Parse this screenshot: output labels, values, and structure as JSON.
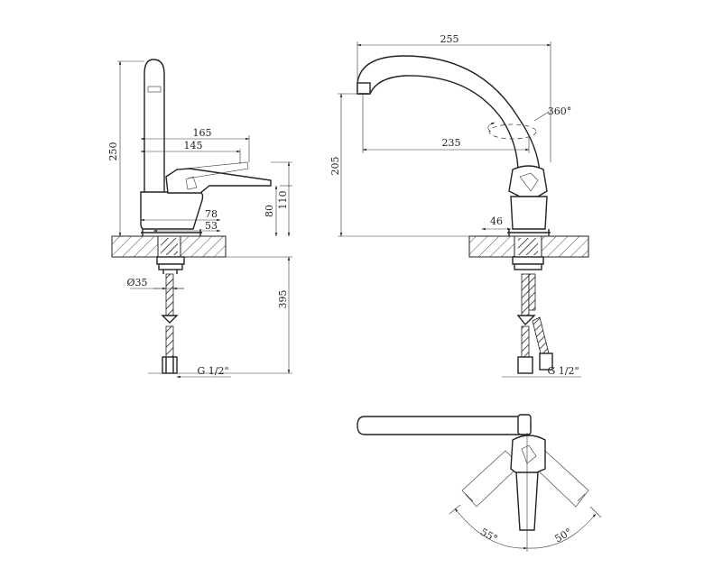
{
  "side_view": {
    "height_total": "250",
    "lever_reach_outer": "165",
    "lever_reach_inner": "145",
    "lever_height": "110",
    "body_height": "80",
    "base_width_outer": "78",
    "base_width_inner": "53",
    "hose_diameter": "Ø35",
    "hose_length": "395",
    "thread": "G 1/2\""
  },
  "front_view": {
    "spout_reach_outer": "255",
    "spout_reach_inner": "235",
    "spout_height": "205",
    "rotation": "360°",
    "base_width": "46",
    "thread": "G 1/2\""
  },
  "top_view": {
    "angle_left": "55°",
    "angle_right": "50°"
  }
}
